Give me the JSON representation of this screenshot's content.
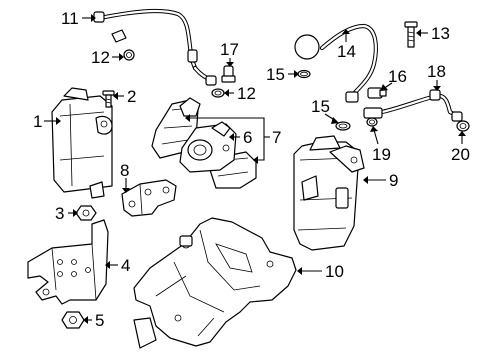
{
  "diagram": {
    "callouts": [
      {
        "id": "c1",
        "number": "1"
      },
      {
        "id": "c2",
        "number": "2"
      },
      {
        "id": "c3",
        "number": "3"
      },
      {
        "id": "c4",
        "number": "4"
      },
      {
        "id": "c5",
        "number": "5"
      },
      {
        "id": "c6",
        "number": "6"
      },
      {
        "id": "c7",
        "number": "7"
      },
      {
        "id": "c8",
        "number": "8"
      },
      {
        "id": "c9",
        "number": "9"
      },
      {
        "id": "c10",
        "number": "10"
      },
      {
        "id": "c11",
        "number": "11"
      },
      {
        "id": "c12a",
        "number": "12"
      },
      {
        "id": "c12b",
        "number": "12"
      },
      {
        "id": "c13",
        "number": "13"
      },
      {
        "id": "c14",
        "number": "14"
      },
      {
        "id": "c15a",
        "number": "15"
      },
      {
        "id": "c15b",
        "number": "15"
      },
      {
        "id": "c16",
        "number": "16"
      },
      {
        "id": "c17",
        "number": "17"
      },
      {
        "id": "c18",
        "number": "18"
      },
      {
        "id": "c19",
        "number": "19"
      },
      {
        "id": "c20",
        "number": "20"
      }
    ]
  }
}
